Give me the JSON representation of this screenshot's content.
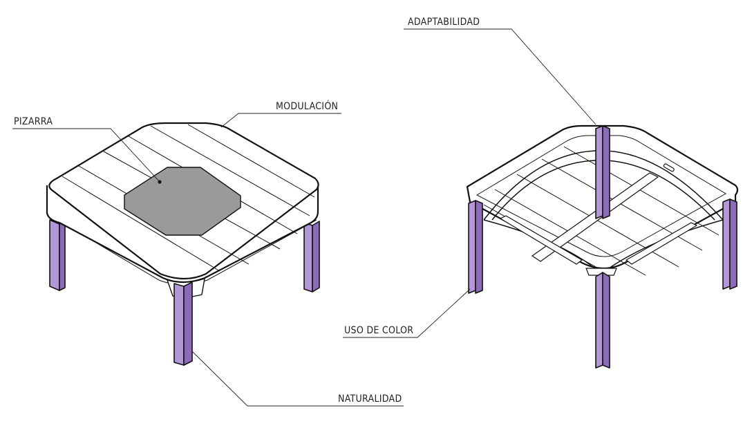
{
  "labels": {
    "pizarra": "PIZARRA",
    "modulacion": "MODULACIÓN",
    "naturalidad": "NATURALIDAD",
    "adaptabilidad": "ADAPTABILIDAD",
    "uso_de_color": "USO DE COLOR"
  },
  "colors": {
    "leg_face": "#b497d6",
    "leg_side": "#8c6bb8",
    "blackboard": "#9a9a9a",
    "line": "#111111",
    "paper": "#ffffff"
  }
}
